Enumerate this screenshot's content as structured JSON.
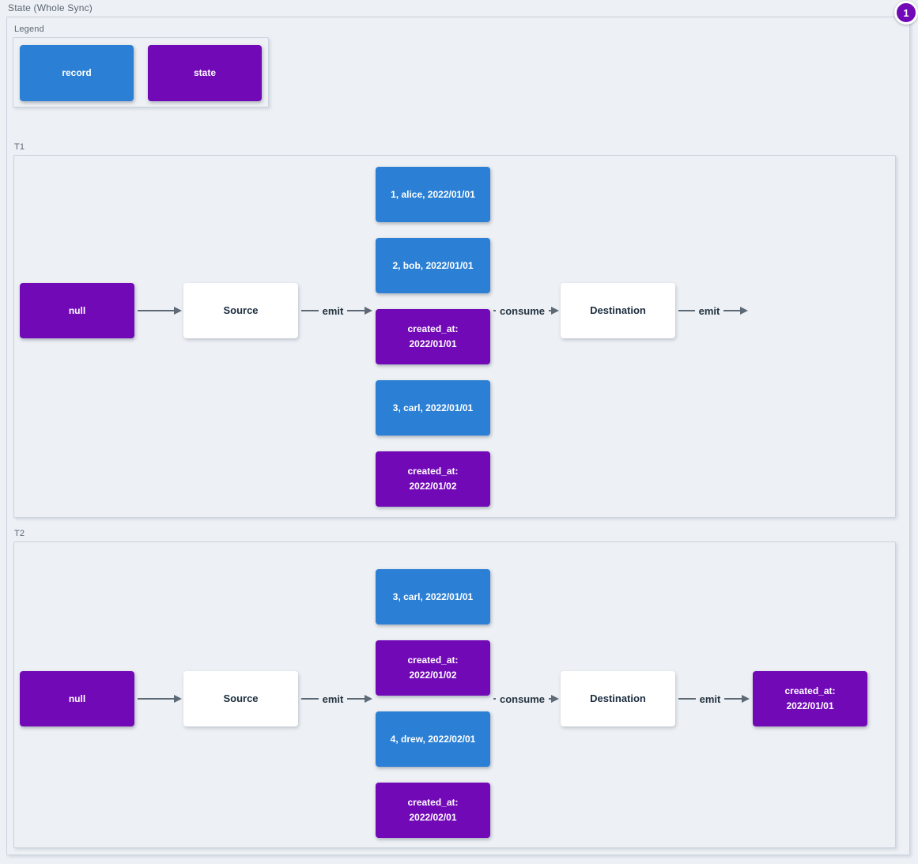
{
  "colors": {
    "background": "#edf0f4",
    "record": "#2b80d5",
    "state": "#7209b7",
    "edge": "#5d6a76",
    "group_border": "#cbd3de",
    "group_label": "#5b6673",
    "dark_text": "#1b2d3f"
  },
  "header": {
    "title": "State (Whole Sync)",
    "badge_count": "1"
  },
  "legend": {
    "label": "Legend",
    "items": [
      {
        "label": "record",
        "type": "record"
      },
      {
        "label": "state",
        "type": "state"
      }
    ]
  },
  "sections": [
    {
      "label": "T1",
      "initial_state": "null",
      "source": "Source",
      "destination": "Destination",
      "edges": {
        "emit": "emit",
        "consume": "consume",
        "emit_out": "emit"
      },
      "queue": [
        {
          "label": "1, alice, 2022/01/01",
          "type": "record"
        },
        {
          "label": "2, bob, 2022/01/01",
          "type": "record"
        },
        {
          "label": "created_at: 2022/01/01",
          "type": "state"
        },
        {
          "label": "3, carl, 2022/01/01",
          "type": "record"
        },
        {
          "label": "created_at: 2022/01/02",
          "type": "state"
        }
      ]
    },
    {
      "label": "T2",
      "initial_state": "null",
      "source": "Source",
      "destination": "Destination",
      "edges": {
        "emit": "emit",
        "consume": "consume",
        "emit_out": "emit"
      },
      "queue": [
        {
          "label": "3, carl, 2022/01/01",
          "type": "record"
        },
        {
          "label": "created_at: 2022/01/02",
          "type": "state"
        },
        {
          "label": "4, drew, 2022/02/01",
          "type": "record"
        },
        {
          "label": "created_at: 2022/02/01",
          "type": "state"
        }
      ],
      "output_state": {
        "label": "created_at: 2022/01/01",
        "type": "state"
      }
    }
  ]
}
